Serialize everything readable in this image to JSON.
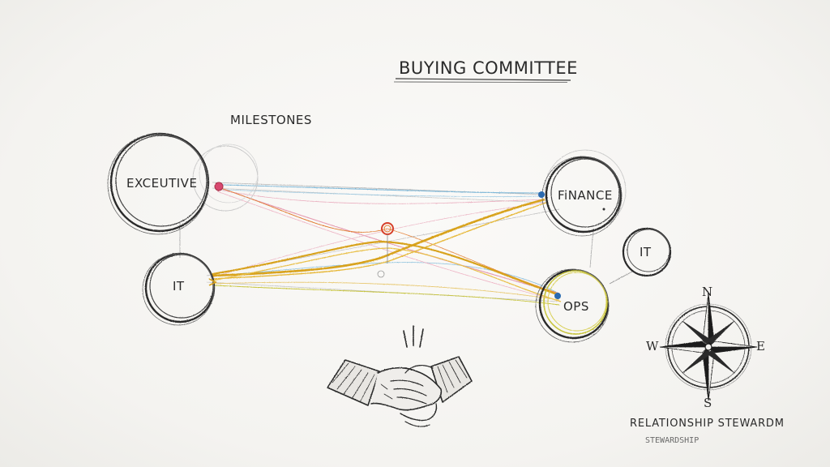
{
  "diagram": {
    "title": "BUYING COMMITTEE",
    "milestones_label": "MILESTONES",
    "nodes": {
      "executive": "EXCEUTIVE",
      "it_left": "IT",
      "finance": "FiNANCE",
      "it_right": "IT",
      "ops": "OPS"
    },
    "compass": {
      "north": "N",
      "south": "S",
      "east": "E",
      "west": "W"
    },
    "caption": "RELATIONSHIP STEWARDM",
    "caption_scribble": "STEWARDSHIP"
  },
  "colors": {
    "ink": "#2a2a2a",
    "gold": "#d8a21c",
    "orange": "#e0782a",
    "pink": "#e69ab0",
    "blue": "#7fb8d8",
    "yellow_green": "#c7c43a",
    "red_marker": "#d6402a"
  },
  "icons": {
    "handshake": "handshake-icon",
    "compass": "compass-rose-icon"
  }
}
